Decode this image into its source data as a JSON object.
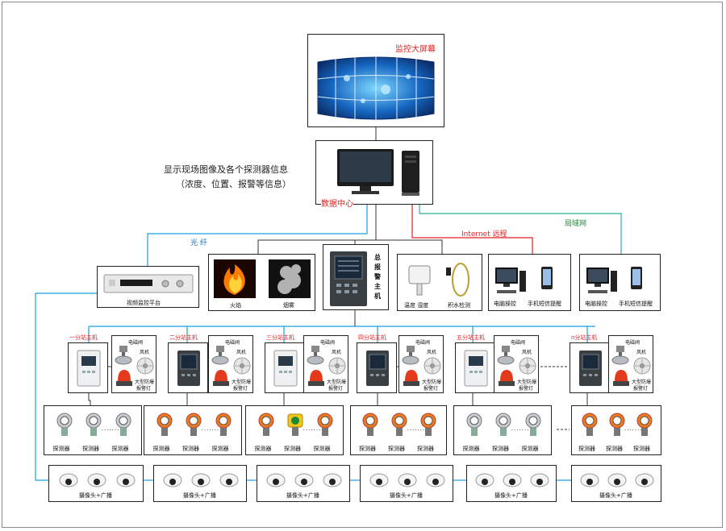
{
  "colors": {
    "fiber": "#1aa0e0",
    "internet": "#e02020",
    "lan": "#2bb59a",
    "bus": "#333333",
    "label_red": "#e02020",
    "label_green": "#1a8a3a",
    "label_blue": "#1f6fd0"
  },
  "top": {
    "screen_label": "监控大屏幕",
    "info_line1": "显示现场图像及各个探测器信息",
    "info_line2": "（浓度、位置、报警等信息）",
    "datacenter_label": "数据中心"
  },
  "links": {
    "fiber": "光 纤",
    "internet": "Internet 远程",
    "lan": "局域网"
  },
  "row2": {
    "video": "视频监控平台",
    "fire": "火焰",
    "smoke": "烟雾",
    "host_vertical": "总报警主机",
    "temp": "温度 湿度",
    "water": "积水检测",
    "pc_op_1": "电脑操控",
    "sms_1": "手机短信提醒",
    "pc_op_2": "电脑操控",
    "sms_2": "手机短信提醒"
  },
  "substations": [
    {
      "name": "一分站主机",
      "valve": "电磁阀",
      "fan": "风机",
      "alarm_l1": "大型防爆",
      "alarm_l2": "报警灯"
    },
    {
      "name": "二分站主机",
      "valve": "电磁阀",
      "fan": "风机",
      "alarm_l1": "大型防爆",
      "alarm_l2": "报警灯"
    },
    {
      "name": "三分站主机",
      "valve": "电磁阀",
      "fan": "风机",
      "alarm_l1": "大型防爆",
      "alarm_l2": "报警灯"
    },
    {
      "name": "四分站主机",
      "valve": "电磁阀",
      "fan": "风机",
      "alarm_l1": "大型防爆",
      "alarm_l2": "报警灯"
    },
    {
      "name": "五分站主机",
      "valve": "电磁阀",
      "fan": "风机",
      "alarm_l1": "大型防爆",
      "alarm_l2": "报警灯"
    },
    {
      "name": "n分站主机",
      "valve": "电磁阀",
      "fan": "风机",
      "alarm_l1": "大型防爆",
      "alarm_l2": "报警灯"
    }
  ],
  "detector_label": "探测器",
  "camera_label": "摄像头+广播",
  "icons": [
    "curved-video-wall-icon",
    "desktop-computer-icon",
    "dvr-icon",
    "flame-icon",
    "smoke-icon",
    "alarm-host-icon",
    "temp-sensor-icon",
    "water-sensor-icon",
    "pc-icon",
    "phone-icon",
    "substation-panel-icon",
    "solenoid-valve-icon",
    "fan-icon",
    "alarm-lamp-icon",
    "gas-detector-icon",
    "dome-camera-icon"
  ]
}
